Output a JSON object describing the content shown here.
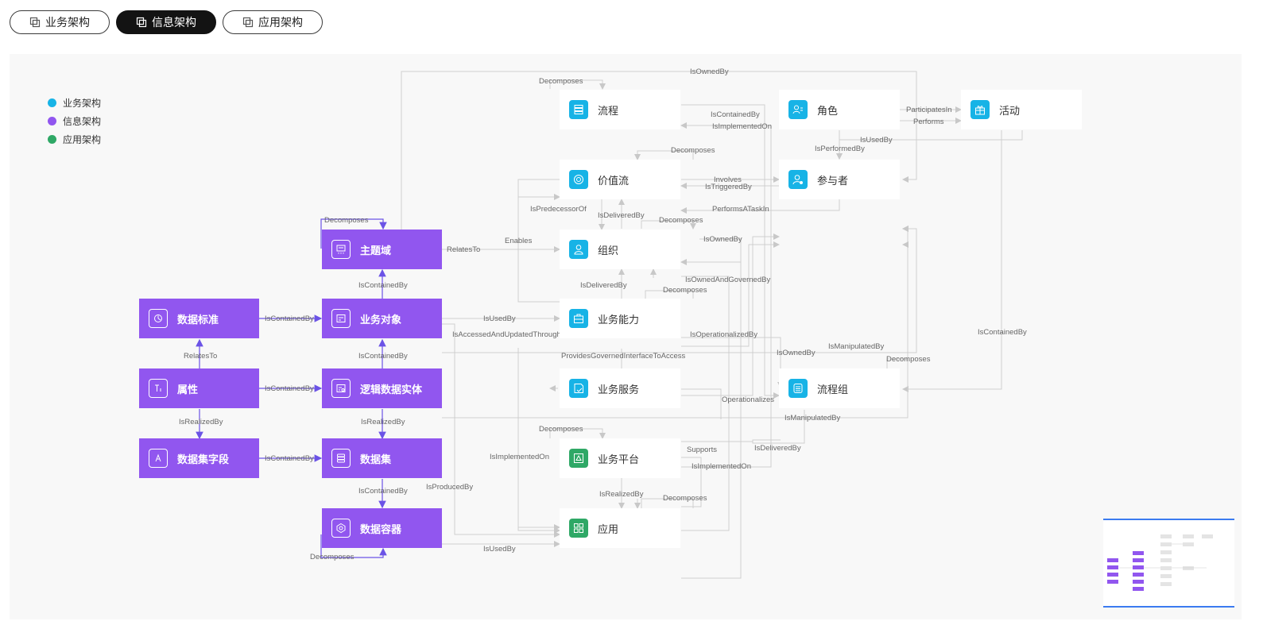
{
  "tabs": [
    {
      "label": "业务架构",
      "active": false
    },
    {
      "label": "信息架构",
      "active": true
    },
    {
      "label": "应用架构",
      "active": false
    }
  ],
  "legend": [
    {
      "label": "业务架构",
      "color": "#17b3e6"
    },
    {
      "label": "信息架构",
      "color": "#9156ef"
    },
    {
      "label": "应用架构",
      "color": "#2fa866"
    }
  ],
  "nodes": {
    "liucheng": "流程",
    "juese": "角色",
    "huodong": "活动",
    "jiazhiliu": "价值流",
    "canyuzhe": "参与者",
    "zhutiyu": "主题域",
    "zuzhi": "组织",
    "shujubiaozhun": "数据标准",
    "yewuduixiang": "业务对象",
    "yewunengli": "业务能力",
    "shuxing": "属性",
    "luojishujushiti": "逻辑数据实体",
    "yewufuwu": "业务服务",
    "liuchengzu": "流程组",
    "shujujiziduan": "数据集字段",
    "shujuji": "数据集",
    "yewupingtai": "业务平台",
    "shujurongqi": "数据容器",
    "yingyong": "应用"
  },
  "edge_labels": {
    "isOwnedBy_top": "IsOwnedBy",
    "decomposes_liucheng": "Decomposes",
    "isContainedBy_liucheng": "IsContainedBy",
    "isImplementedOn_liucheng": "IsImplementedOn",
    "participatesIn": "ParticipatesIn",
    "performs": "Performs",
    "isUsedBy_huodong": "IsUsedBy",
    "isPerformedBy": "IsPerformedBy",
    "decomposes_jiazhiliu": "Decomposes",
    "involves": "Involves",
    "isTriggeredBy": "IsTriggeredBy",
    "isPredecessorOf": "IsPredecessorOf",
    "isDeliveredBy_jzl": "IsDeliveredBy",
    "performsATaskIn": "PerformsATaskIn",
    "decomposes_zhutiyu": "Decomposes",
    "decomposes_zuzhi": "Decomposes",
    "relatesTo_zty": "RelatesTo",
    "enables": "Enables",
    "isOwnedBy_zuzhi": "IsOwnedBy",
    "isContainedBy_zty": "IsContainedBy",
    "isDeliveredBy_zuzhi": "IsDeliveredBy",
    "isOwnedAndGovernedBy": "IsOwnedAndGovernedBy",
    "decomposes_nengli": "Decomposes",
    "isContainedBy_sjbz": "IsContainedBy",
    "isUsedBy_ywdx": "IsUsedBy",
    "isAccessedAndUpdatedThrough": "IsAccessedAndUpdatedThrough",
    "isOperationalizedBy": "IsOperationalizedBy",
    "isManipulatedBy_top": "IsManipulatedBy",
    "isOwnedBy_nengli": "IsOwnedBy",
    "isContainedBy_right": "IsContainedBy",
    "relatesTo_sx": "RelatesTo",
    "isContainedBy_ljst": "IsContainedBy",
    "providesGoverned": "ProvidesGovernedInterfaceToAccess",
    "decomposes_lcz": "Decomposes",
    "isContainedBy_sx": "IsContainedBy",
    "operationalizes": "Operationalizes",
    "isRealizedBy_sx": "IsRealizedBy",
    "isRealizedBy_ljst": "IsRealizedBy",
    "isManipulatedBy_bottom": "IsManipulatedBy",
    "decomposes_pingtai": "Decomposes",
    "isDeliveredBy_lcz": "IsDeliveredBy",
    "isContainedBy_sjjzd": "IsContainedBy",
    "isImplementedOn_left": "IsImplementedOn",
    "supports": "Supports",
    "isImplementedOn_right": "IsImplementedOn",
    "isContainedBy_sjj": "IsContainedBy",
    "isProducedBy": "IsProducedBy",
    "isRealizedBy_pingtai": "IsRealizedBy",
    "decomposes_yingyong": "Decomposes",
    "isUsedBy_bottom": "IsUsedBy",
    "decomposes_rongqi": "Decomposes"
  }
}
